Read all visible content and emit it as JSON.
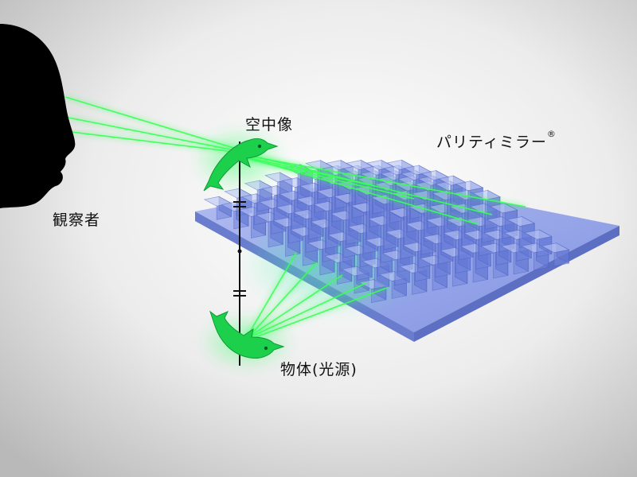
{
  "labels": {
    "observer": "観察者",
    "aerial_image": "空中像",
    "mirror_name": "パリティミラー",
    "mirror_mark": "®",
    "object": "物体(光源)"
  },
  "colors": {
    "ray": "#2cff4a",
    "dolphin": "#1dd04c",
    "plate": "#7f93e6",
    "pillar": "#7e8de0",
    "silhouette": "#000000"
  }
}
